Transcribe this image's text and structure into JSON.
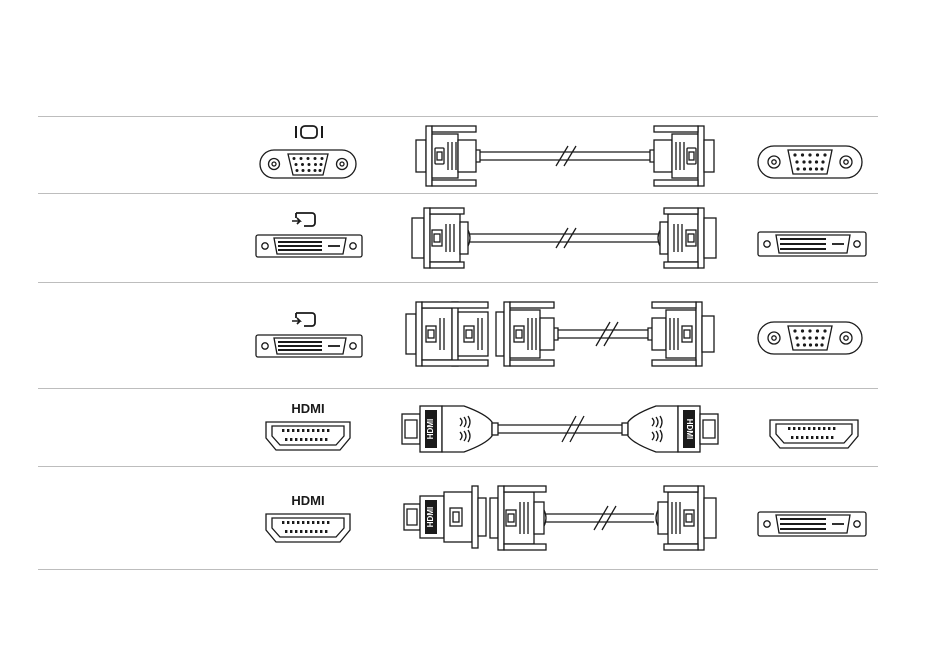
{
  "labels": {
    "hdmi": "HDMI"
  },
  "icons": {
    "vga": "vga-port-icon",
    "dvi": "dvi-port-icon",
    "hdmi": "hdmi-port-icon"
  },
  "rows": [
    {
      "port": "vga",
      "cable": "vga-to-vga-cable",
      "display": "vga"
    },
    {
      "port": "dvi",
      "cable": "dvi-to-dvi-cable",
      "display": "dvi"
    },
    {
      "port": "dvi",
      "cable": "dvi-to-vga-adapter-and-vga-cable",
      "display": "vga"
    },
    {
      "port": "hdmi",
      "cable": "hdmi-to-hdmi-cable",
      "display": "hdmi"
    },
    {
      "port": "hdmi",
      "cable": "hdmi-to-dvi-adapter-and-dvi-cable",
      "display": "dvi"
    }
  ]
}
